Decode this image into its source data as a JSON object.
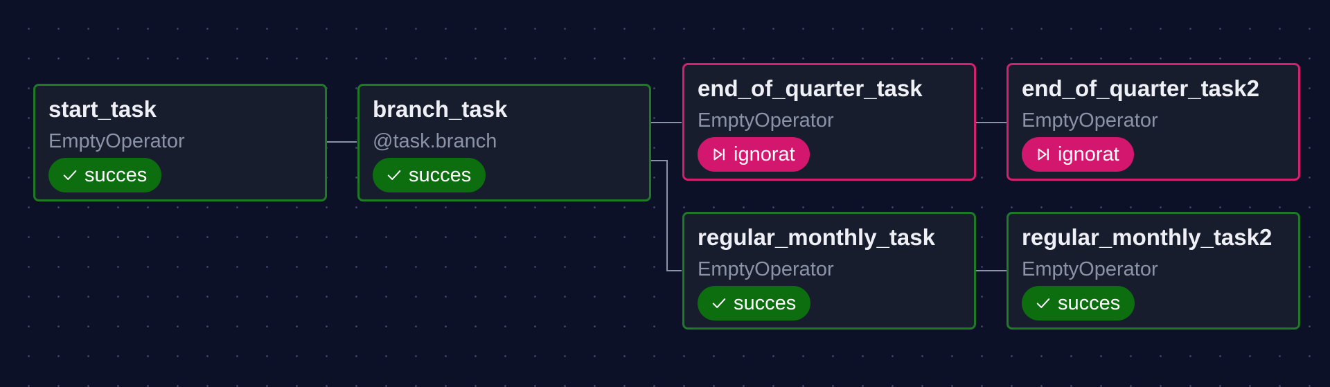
{
  "graph": {
    "nodes": [
      {
        "id": "start_task",
        "title": "start_task",
        "operator": "EmptyOperator",
        "status": "succes",
        "status_icon": "check-icon",
        "state_color": "#1f7a25"
      },
      {
        "id": "branch_task",
        "title": "branch_task",
        "operator": "@task.branch",
        "status": "succes",
        "status_icon": "check-icon",
        "state_color": "#1f7a25"
      },
      {
        "id": "end_of_quarter_task",
        "title": "end_of_quarter_task",
        "operator": "EmptyOperator",
        "status": "ignorat",
        "status_icon": "skip-icon",
        "state_color": "#d4206e"
      },
      {
        "id": "end_of_quarter_task2",
        "title": "end_of_quarter_task2",
        "operator": "EmptyOperator",
        "status": "ignorat",
        "status_icon": "skip-icon",
        "state_color": "#d4206e"
      },
      {
        "id": "regular_monthly_task",
        "title": "regular_monthly_task",
        "operator": "EmptyOperator",
        "status": "succes",
        "status_icon": "check-icon",
        "state_color": "#1f7a25"
      },
      {
        "id": "regular_monthly_task2",
        "title": "regular_monthly_task2",
        "operator": "EmptyOperator",
        "status": "succes",
        "status_icon": "check-icon",
        "state_color": "#1f7a25"
      }
    ],
    "edges": [
      {
        "from": "start_task",
        "to": "branch_task"
      },
      {
        "from": "branch_task",
        "to": "end_of_quarter_task"
      },
      {
        "from": "branch_task",
        "to": "regular_monthly_task"
      },
      {
        "from": "end_of_quarter_task",
        "to": "end_of_quarter_task2"
      },
      {
        "from": "regular_monthly_task",
        "to": "regular_monthly_task2"
      }
    ]
  },
  "colors": {
    "background": "#0c1128",
    "success": "#1f7a25",
    "skipped": "#d4206e"
  }
}
